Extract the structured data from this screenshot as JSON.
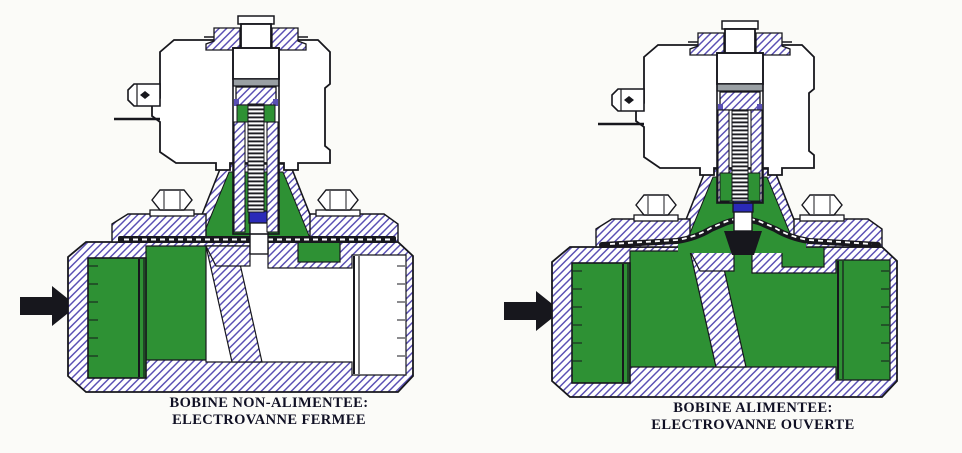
{
  "figure": {
    "panels": [
      {
        "caption_line1": "BOBINE NON-ALIMENTEE:",
        "caption_line2": "ELECTROVANNE FERMEE",
        "flow_arrow": "points-right"
      },
      {
        "caption_line1": "BOBINE ALIMENTEE:",
        "caption_line2": "ELECTROVANNE OUVERTE",
        "flow_arrow": "points-right"
      }
    ],
    "colors": {
      "fluid_green": "#2e9134",
      "hatch_violet": "#5a50b4",
      "seal_blue": "#2a2ab8",
      "outline": "#17171d",
      "background": "#fbfbf8",
      "gray_band": "#9aa0a4",
      "caption_color": "#101024"
    }
  }
}
